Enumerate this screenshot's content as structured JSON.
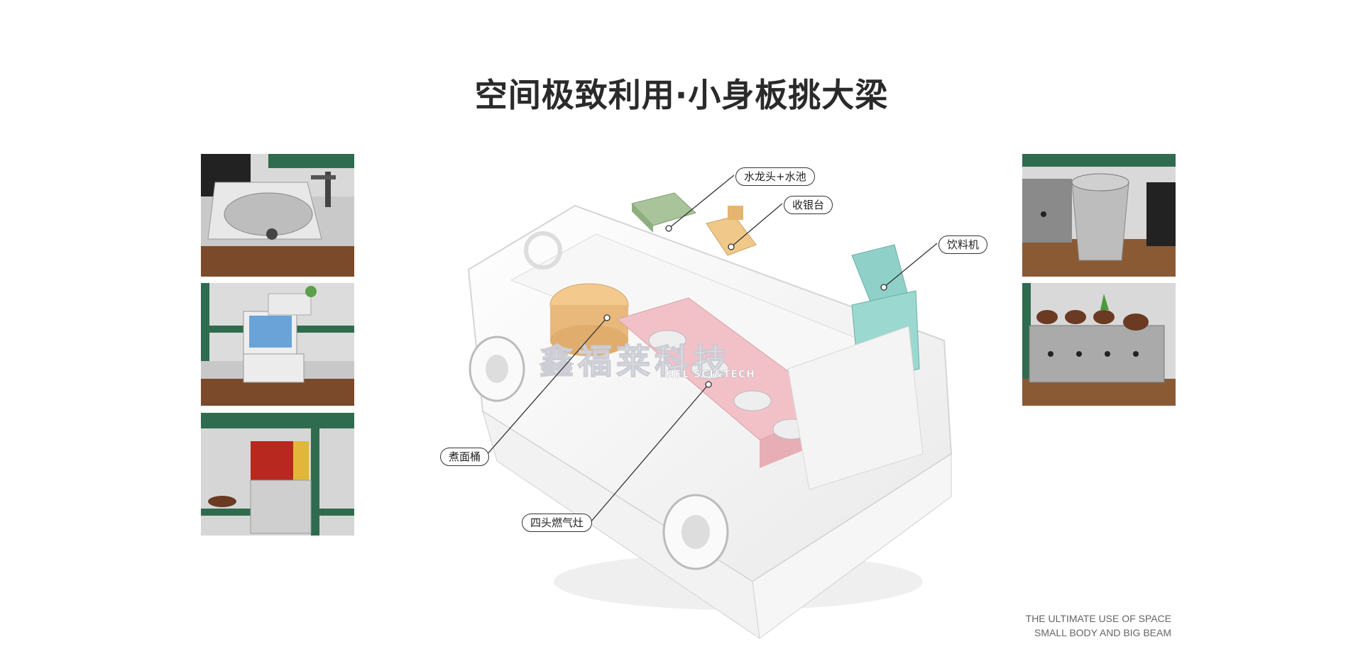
{
  "title": "空间极致利用·小身板挑大梁",
  "callouts": {
    "faucet": "水龙头+水池",
    "cashier": "收银台",
    "drink": "饮料机",
    "noodle": "煮面桶",
    "stove": "四头燃气灶"
  },
  "watermark": {
    "text": "鑫福莱科技",
    "sub": "HFL SCI&TECH"
  },
  "tagline": {
    "line1": "THE ULTIMATE USE OF SPACE",
    "line2": "SMALL BODY AND BIG BEAM"
  },
  "colors": {
    "sink": "#a9c49a",
    "cashier": "#f0c98a",
    "drink": "#8fd1c8",
    "noodle": "#f3c98e",
    "stove": "#f2c1c8",
    "cabinet_green": "#2f6b4e",
    "wood": "#8a5a35"
  }
}
